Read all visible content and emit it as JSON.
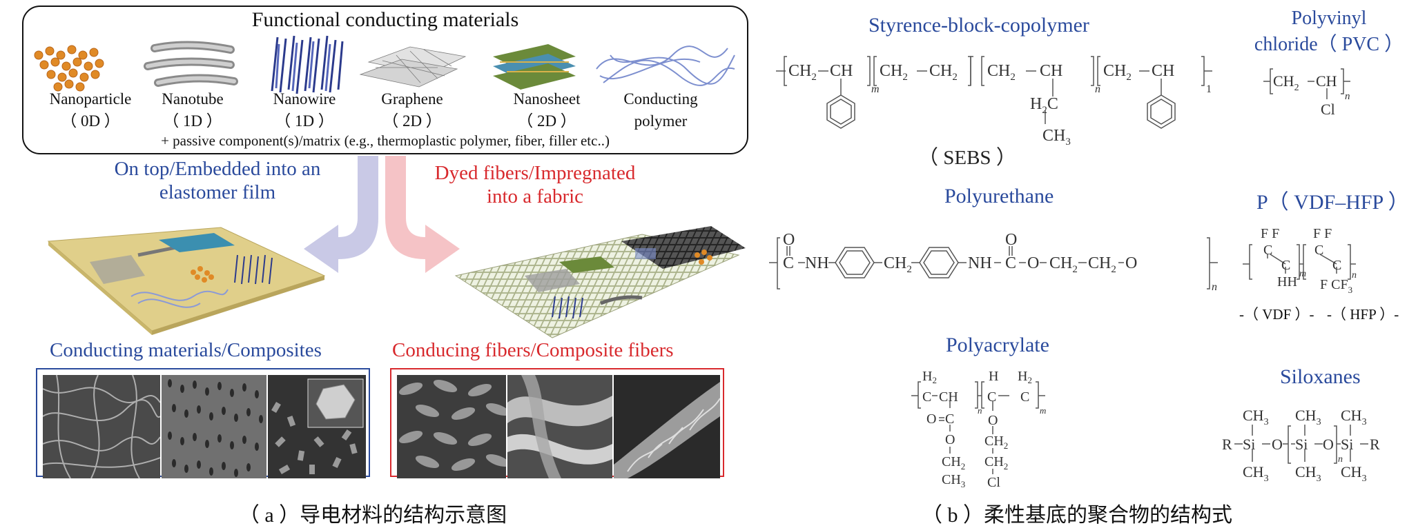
{
  "panel_a": {
    "box_title": "Functional conducting materials",
    "materials": [
      {
        "name": "Nanoparticle",
        "dim": "（ 0D ）"
      },
      {
        "name": "Nanotube",
        "dim": "（ 1D ）"
      },
      {
        "name": "Nanowire",
        "dim": "（ 1D ）"
      },
      {
        "name": "Graphene",
        "dim": "（ 2D ）"
      },
      {
        "name": "Nanosheet",
        "dim": "（ 2D ）"
      },
      {
        "name": "Conducting",
        "dim": "polymer"
      }
    ],
    "passive_note": "+ passive component(s)/matrix (e.g., thermoplastic polymer, fiber, filler etc..)",
    "left_path": {
      "line1": "On top/Embedded into an",
      "line2": "elastomer film"
    },
    "right_path": {
      "line1": "Dyed fibers/Impregnated",
      "line2": "into a fabric"
    },
    "left_panel_title": "Conducting materials/Composites",
    "right_panel_title": "Conducing fibers/Composite fibers",
    "caption": "（ a ）导电材料的结构示意图",
    "colors": {
      "blue": "#2a4a9c",
      "red": "#d8292d",
      "arrow_blue": "#c9c9e6",
      "arrow_red": "#f5c3c6"
    }
  },
  "panel_b": {
    "sebs": {
      "title": "Styrence-block-copolymer",
      "abbr": "（ SEBS ）",
      "ch2": "CH",
      "sub2": "2",
      "ch": "CH",
      "ch3": "CH",
      "sub3": "3",
      "h2c": "H",
      "sub_m": "m",
      "sub_n": "n",
      "sub_1": "1"
    },
    "pvc": {
      "title_line1": "Polyvinyl",
      "title_line2": "chloride（ PVC ）",
      "cl": "Cl",
      "sub_n": "n"
    },
    "pu": {
      "title": "Polyurethane",
      "o": "O",
      "c": "C",
      "nh": "NH",
      "ch2": "CH",
      "sub2": "2",
      "sub_n": "n"
    },
    "pvdf": {
      "title": "P（ VDF–HFP ）",
      "ff": "F F",
      "c": "C",
      "hh": "HH",
      "fcf": "F CF",
      "sub3": "3",
      "sub_m": "m",
      "sub_n": "n",
      "vdf": "-（ VDF ）-",
      "hfp": "-（ HFP ）-"
    },
    "pacr": {
      "title": "Polyacrylate",
      "h": "H",
      "sub2": "2",
      "c": "C",
      "ch": "CH",
      "o": "O",
      "ch2": "CH",
      "ch3": "CH",
      "sub3": "3",
      "cl": "Cl",
      "sub_m": "m",
      "sub_n": "n"
    },
    "silox": {
      "title": "Siloxanes",
      "r": "R",
      "si": "Si",
      "o": "O",
      "ch3": "CH",
      "sub3": "3",
      "sub_n": "n"
    },
    "caption": "（ b ）柔性基底的聚合物的结构式"
  }
}
